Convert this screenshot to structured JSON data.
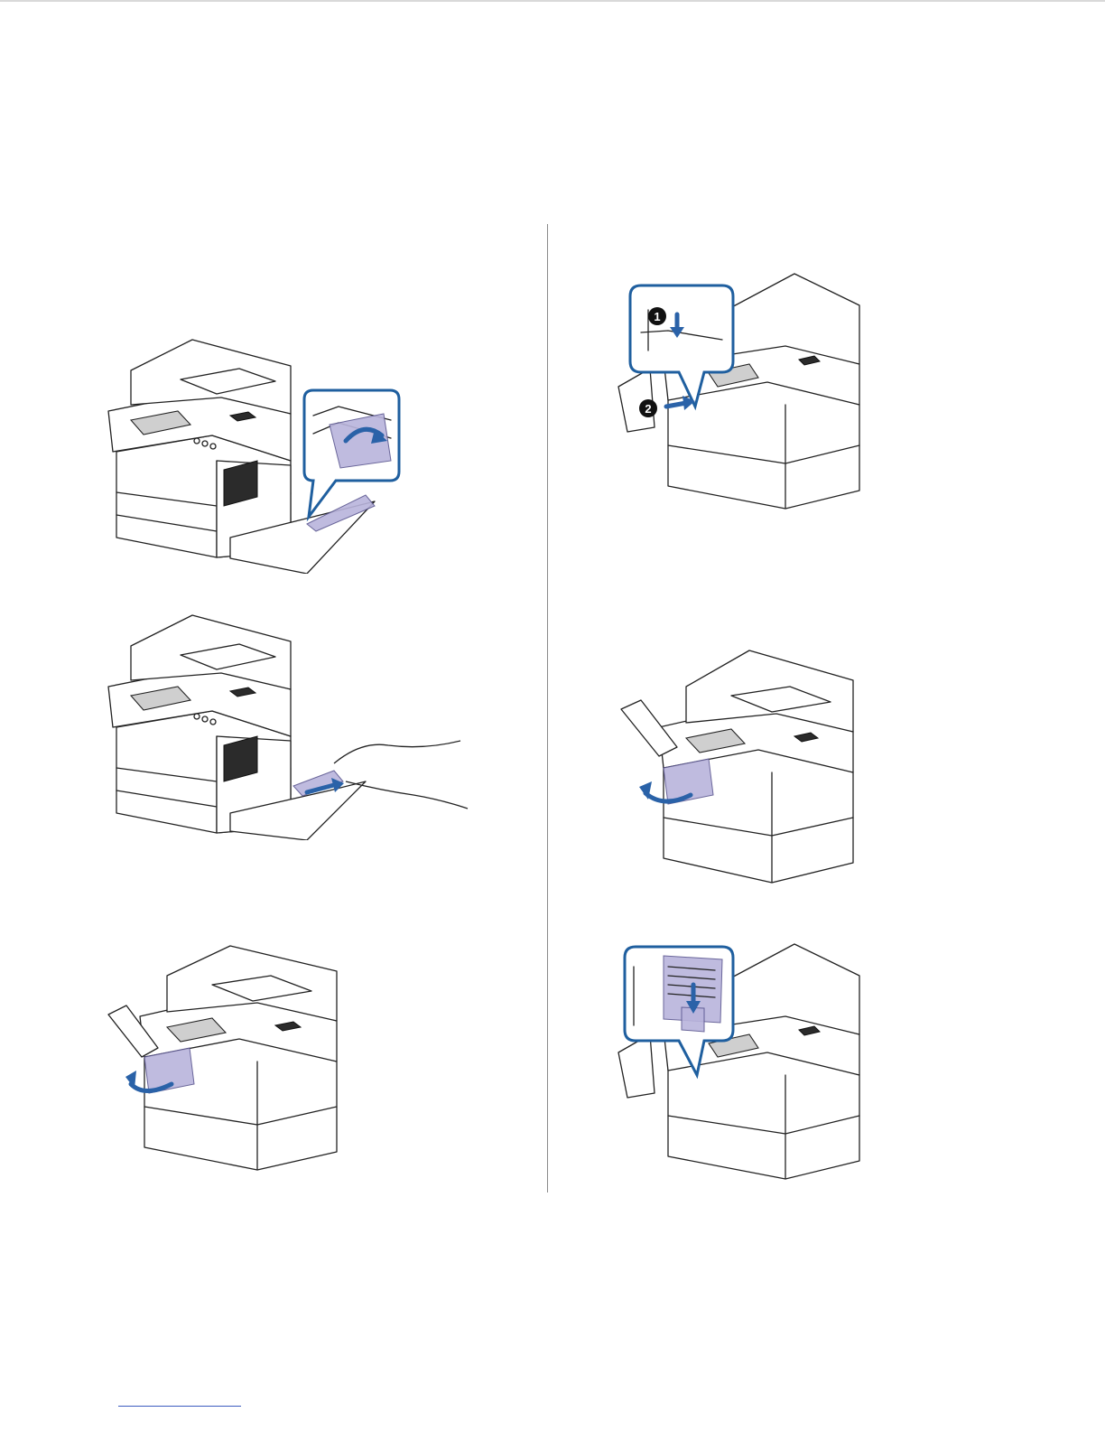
{
  "figures": [
    {
      "id": "fig-1",
      "subject": "copier-open-side-cover-callout",
      "icon": "printer-jam-illustration"
    },
    {
      "id": "fig-2",
      "subject": "copier-remove-paper-hand",
      "icon": "printer-jam-illustration"
    },
    {
      "id": "fig-3",
      "subject": "copier-front-panel-open-arrow",
      "icon": "printer-jam-illustration"
    },
    {
      "id": "fig-4",
      "subject": "copier-inner-lever-callout",
      "badges": [
        "1",
        "2"
      ],
      "icon": "printer-jam-illustration"
    },
    {
      "id": "fig-5",
      "subject": "copier-front-panel-open-arrow",
      "icon": "printer-jam-illustration"
    },
    {
      "id": "fig-6",
      "subject": "copier-cartridge-insert-callout",
      "icon": "printer-jam-illustration"
    }
  ],
  "colors": {
    "arrow": "#2a62a8",
    "callout_border": "#1f5f9f",
    "highlight": "#b9b4dc",
    "divider": "#8a8a8a",
    "footer_link_rule": "#3b5bbf"
  }
}
